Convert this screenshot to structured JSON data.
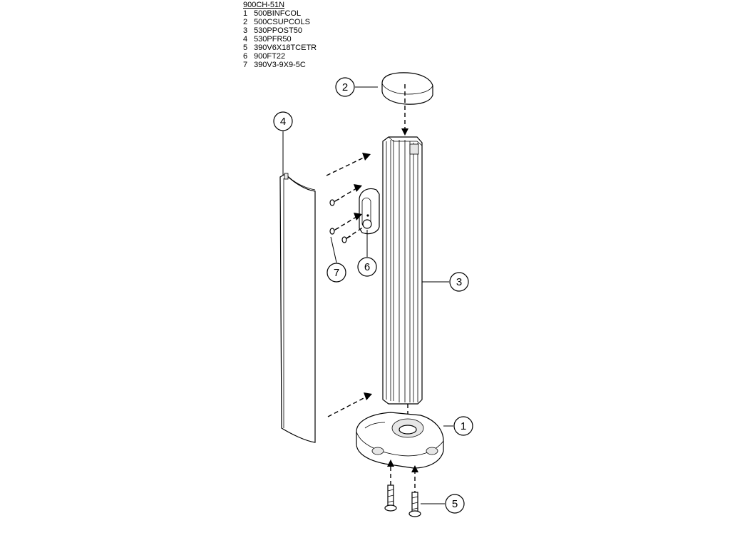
{
  "parts_list": {
    "title": "900CH-51N",
    "items": [
      {
        "num": "1",
        "code": "500BINFCOL"
      },
      {
        "num": "2",
        "code": "500CSUPCOLS"
      },
      {
        "num": "3",
        "code": "530PPOST50"
      },
      {
        "num": "4",
        "code": "530PFR50"
      },
      {
        "num": "5",
        "code": "390V6X18TCETR"
      },
      {
        "num": "6",
        "code": "900FT22"
      },
      {
        "num": "7",
        "code": "390V3-9X9-5C"
      }
    ]
  },
  "callouts": {
    "c1": "1",
    "c2": "2",
    "c3": "3",
    "c4": "4",
    "c5": "5",
    "c6": "6",
    "c7": "7"
  }
}
